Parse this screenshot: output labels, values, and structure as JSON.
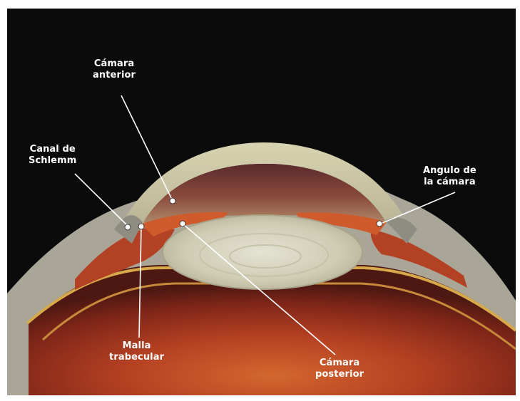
{
  "colors": {
    "background": "#0b0b0b",
    "cornea": "#c9c4a3",
    "sclera": "#b7b3a4",
    "lens": "#d2cfba",
    "iris": "#c6532a",
    "choroid": "#a8351c",
    "retina_border": "#d8a94a",
    "anterior_chamber": "#6a2f2a",
    "pointer": "#ffffff"
  },
  "labels": {
    "camara_anterior": {
      "line1": "Cámara",
      "line2": "anterior"
    },
    "canal_schlemm": {
      "line1": "Canal de",
      "line2": "Schlemm"
    },
    "angulo_camara": {
      "line1": "Angulo de",
      "line2": "la cámara"
    },
    "malla_trabecular": {
      "line1": "Malla",
      "line2": "trabecular"
    },
    "camara_posterior": {
      "line1": "Cámara",
      "line2": "posterior"
    }
  }
}
